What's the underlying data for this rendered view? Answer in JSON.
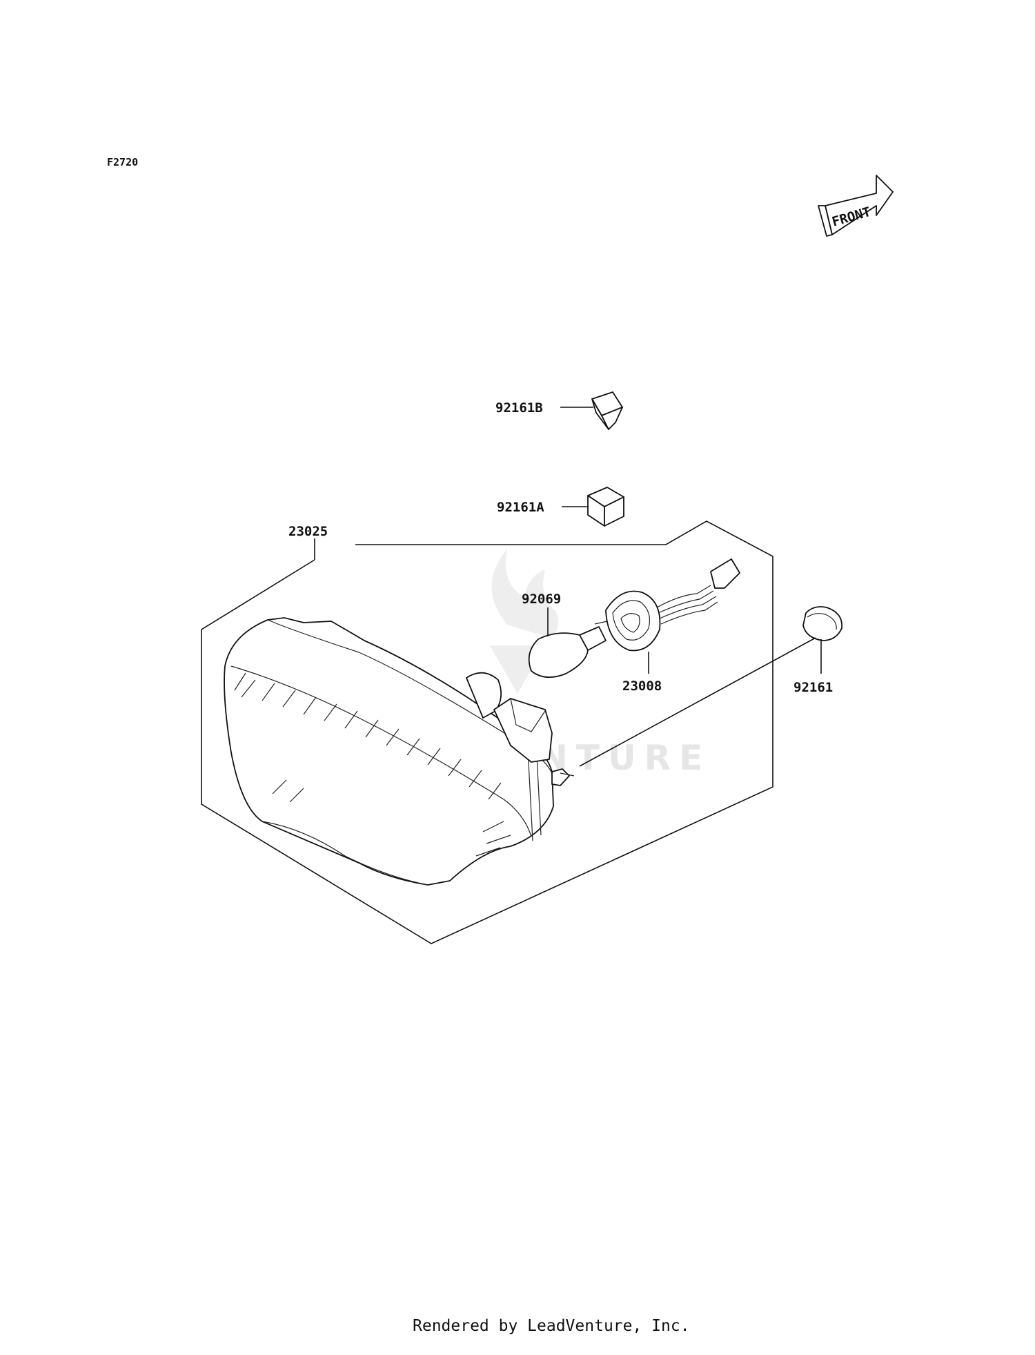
{
  "figure_id": "F2720",
  "front_badge": "FRONT",
  "watermark": "LEADVENTURE",
  "footer": "Rendered by LeadVenture, Inc.",
  "parts": [
    {
      "key": "p92161B",
      "number": "92161B"
    },
    {
      "key": "p92161A",
      "number": "92161A"
    },
    {
      "key": "p23025",
      "number": "23025"
    },
    {
      "key": "p92069",
      "number": "92069"
    },
    {
      "key": "p23008",
      "number": "23008"
    },
    {
      "key": "p92161",
      "number": "92161"
    }
  ]
}
